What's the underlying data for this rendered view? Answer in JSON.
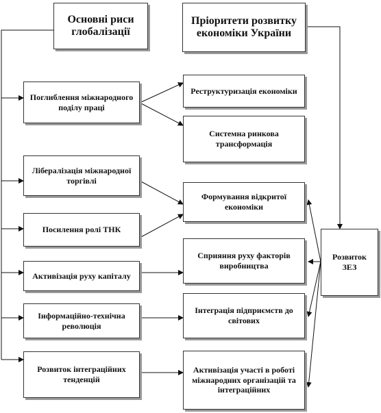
{
  "diagram": {
    "headers": {
      "globalization": "Основні риси глобалізації",
      "priorities": "Пріоритети розвитку економіки України"
    },
    "left_items": [
      "Поглиблення міжнародного поділу праці",
      "Лібералізація міжнародної торгівлі",
      "Посилення ролі ТНК",
      "Активізація руху капіталу",
      "Інформаційно-технічна революція",
      "Розвиток інтеграційних тенденцій"
    ],
    "middle_items": [
      "Реструктуризація економіки",
      "Системна ринкова трансформація",
      "Формування відкритої економіки",
      "Сприяння руху факторів виробництва",
      "Інтеграція підприємств до світових",
      "Активізація участі в роботі міжнародних організацій та інтеграційних"
    ],
    "right_item": "Розвиток ЗЕЗ"
  }
}
